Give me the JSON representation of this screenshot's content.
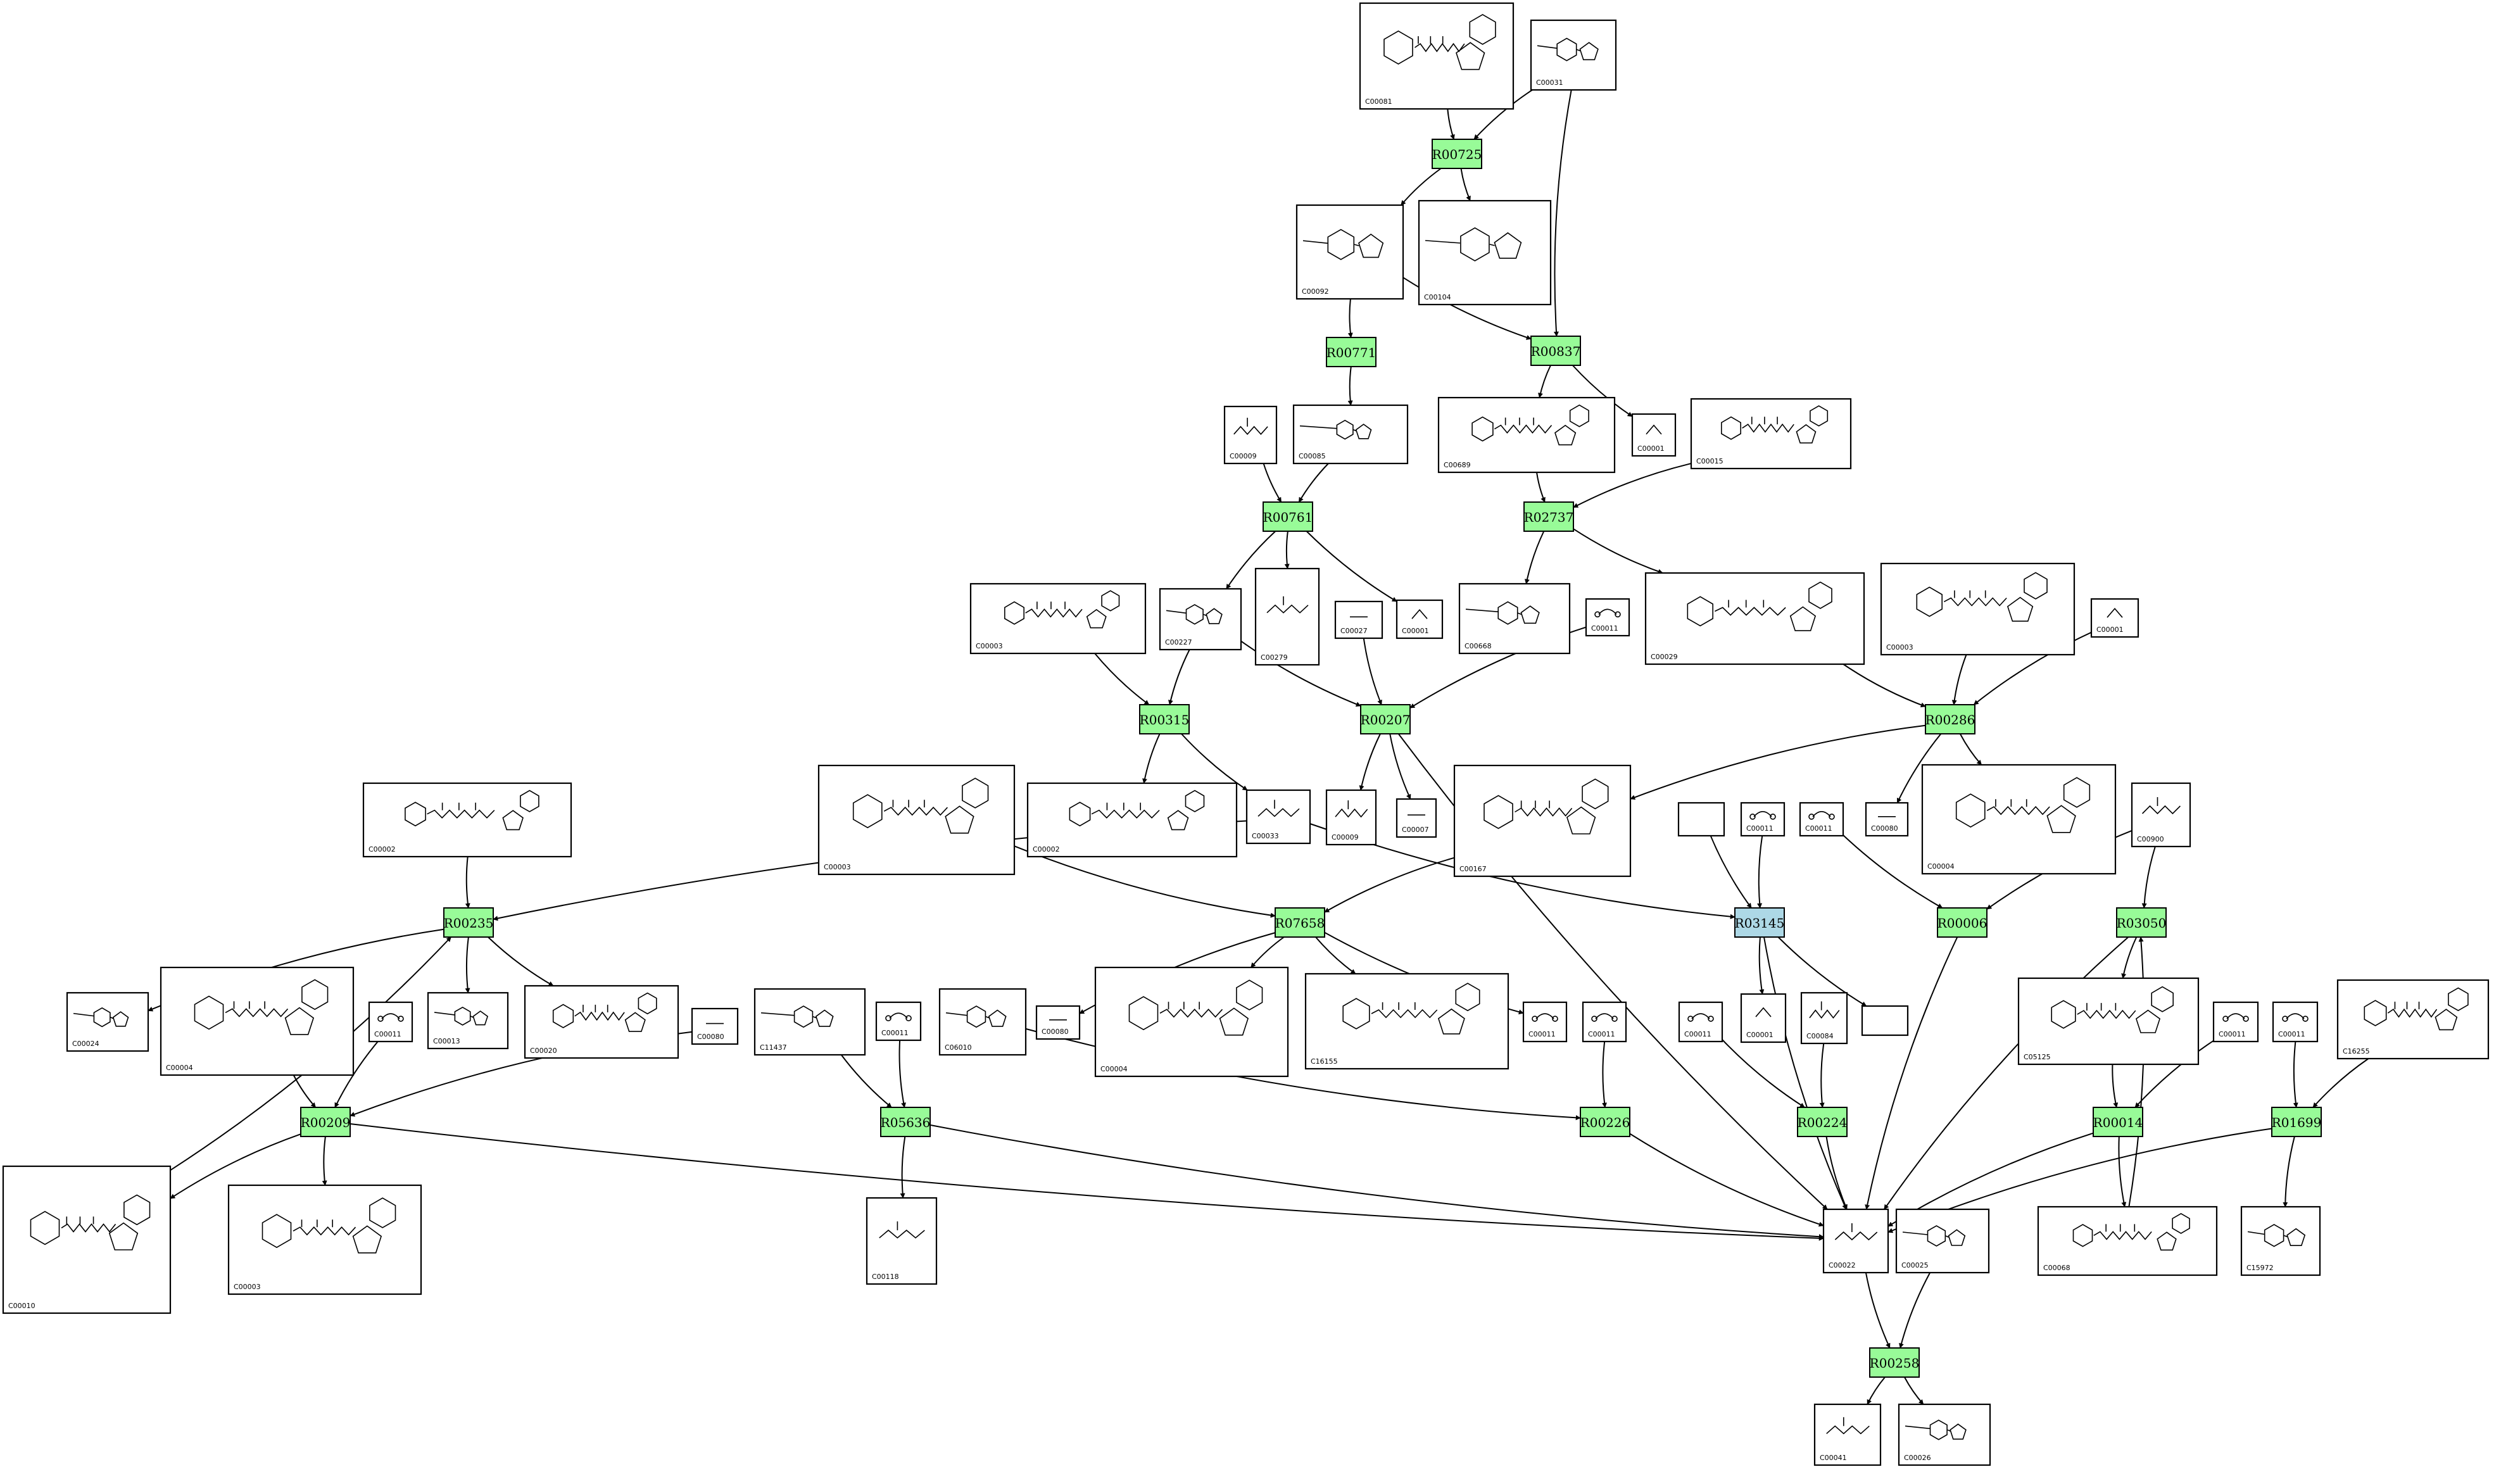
{
  "colors": {
    "reaction_fill": "#98fb98",
    "reaction_fill_highlight": "#add8e6",
    "edge": "#000000",
    "box_stroke": "#000000"
  },
  "reactions": [
    {
      "id": "R00725",
      "label": "R00725"
    },
    {
      "id": "R00771",
      "label": "R00771"
    },
    {
      "id": "R00837",
      "label": "R00837"
    },
    {
      "id": "R00761",
      "label": "R00761"
    },
    {
      "id": "R02737",
      "label": "R02737"
    },
    {
      "id": "R00315",
      "label": "R00315"
    },
    {
      "id": "R00207",
      "label": "R00207"
    },
    {
      "id": "R00286",
      "label": "R00286"
    },
    {
      "id": "R00235",
      "label": "R00235"
    },
    {
      "id": "R07658",
      "label": "R07658"
    },
    {
      "id": "R03145",
      "label": "R03145",
      "highlight": true
    },
    {
      "id": "R00006",
      "label": "R00006"
    },
    {
      "id": "R03050",
      "label": "R03050"
    },
    {
      "id": "R00209",
      "label": "R00209"
    },
    {
      "id": "R05636",
      "label": "R05636"
    },
    {
      "id": "R00226",
      "label": "R00226"
    },
    {
      "id": "R00224",
      "label": "R00224"
    },
    {
      "id": "R00014",
      "label": "R00014"
    },
    {
      "id": "R01699",
      "label": "R01699"
    },
    {
      "id": "R00258",
      "label": "R00258"
    }
  ],
  "compounds": [
    {
      "key": "c1",
      "label": "C00081",
      "icon": "nucleotide-triphosphate-icon"
    },
    {
      "key": "c2",
      "label": "C00031",
      "icon": "sugar-ring-icon"
    },
    {
      "key": "c3",
      "label": "C00092",
      "icon": "sugar-phosphate-icon"
    },
    {
      "key": "c4",
      "label": "C00104",
      "icon": "nucleotide-diphosphate-icon"
    },
    {
      "key": "c5",
      "label": "C00009",
      "icon": "phosphate-icon"
    },
    {
      "key": "c6",
      "label": "C00085",
      "icon": "sugar-phosphate-icon"
    },
    {
      "key": "c7",
      "label": "C00689",
      "icon": "disaccharide-phosphate-icon"
    },
    {
      "key": "c8",
      "label": "C00001",
      "icon": "water-icon"
    },
    {
      "key": "c9",
      "label": "C00015",
      "icon": "nucleotide-diphosphate-icon"
    },
    {
      "key": "c10",
      "label": "C00003",
      "icon": "nucleotide-triphosphate-icon"
    },
    {
      "key": "c11",
      "label": "C00227",
      "icon": "acyl-phosphate-icon"
    },
    {
      "key": "c12",
      "label": "C00279",
      "icon": "sugar-phosphate-icon"
    },
    {
      "key": "c13",
      "label": "C00027",
      "icon": "peroxide-icon"
    },
    {
      "key": "c14",
      "label": "C00001",
      "icon": "water-icon"
    },
    {
      "key": "c15",
      "label": "C00668",
      "icon": "sugar-phosphate-icon"
    },
    {
      "key": "c16",
      "label": "C00011",
      "icon": "co2-icon"
    },
    {
      "key": "c17",
      "label": "C00029",
      "icon": "nucleotide-sugar-icon"
    },
    {
      "key": "c18",
      "label": "C00003",
      "icon": "dinucleotide-icon"
    },
    {
      "key": "c19",
      "label": "C00001",
      "icon": "water-icon"
    },
    {
      "key": "c20",
      "label": "C00002",
      "icon": "nucleotide-triphosphate-icon"
    },
    {
      "key": "c21",
      "label": "C00003",
      "icon": "dinucleotide-icon"
    },
    {
      "key": "c22",
      "label": "C00002",
      "icon": "nucleotide-triphosphate-icon"
    },
    {
      "key": "c23",
      "label": "C00033",
      "icon": "acetate-icon"
    },
    {
      "key": "c24",
      "label": "C00009",
      "icon": "phosphate-icon"
    },
    {
      "key": "c25",
      "label": "C00007",
      "icon": "oxygen-icon"
    },
    {
      "key": "c26",
      "label": "C00167",
      "icon": "nucleotide-sugar-icon"
    },
    {
      "key": "c27",
      "label": "",
      "icon": "empty-icon"
    },
    {
      "key": "c28",
      "label": "C00011",
      "icon": "co2-icon"
    },
    {
      "key": "c29",
      "label": "C00011",
      "icon": "co2-icon"
    },
    {
      "key": "c30",
      "label": "C00080",
      "icon": "proton-icon"
    },
    {
      "key": "c31",
      "label": "C00004",
      "icon": "dinucleotide-icon"
    },
    {
      "key": "c32",
      "label": "C00900",
      "icon": "keto-acid-icon"
    },
    {
      "key": "c33",
      "label": "C00024",
      "icon": "acetyl-coa-icon"
    },
    {
      "key": "c34",
      "label": "C00004",
      "icon": "dinucleotide-icon"
    },
    {
      "key": "c35",
      "label": "C00011",
      "icon": "co2-icon"
    },
    {
      "key": "c36",
      "label": "C00013",
      "icon": "diphosphate-icon"
    },
    {
      "key": "c37",
      "label": "C00020",
      "icon": "nucleotide-monophosphate-icon"
    },
    {
      "key": "c38",
      "label": "C00080",
      "icon": "proton-icon"
    },
    {
      "key": "c39",
      "label": "C11437",
      "icon": "sugar-phosphate-icon"
    },
    {
      "key": "c40",
      "label": "C00011",
      "icon": "co2-icon"
    },
    {
      "key": "c41",
      "label": "C06010",
      "icon": "keto-acid-icon"
    },
    {
      "key": "c42",
      "label": "C00080",
      "icon": "proton-icon"
    },
    {
      "key": "c43",
      "label": "C00004",
      "icon": "dinucleotide-icon"
    },
    {
      "key": "c44",
      "label": "C16155",
      "icon": "nucleotide-sugar-icon"
    },
    {
      "key": "c45",
      "label": "C00011",
      "icon": "co2-icon"
    },
    {
      "key": "c46",
      "label": "C00011",
      "icon": "co2-icon"
    },
    {
      "key": "c47",
      "label": "C00011",
      "icon": "co2-icon"
    },
    {
      "key": "c48",
      "label": "C00001",
      "icon": "water-icon"
    },
    {
      "key": "c49",
      "label": "C00084",
      "icon": "aldehyde-icon"
    },
    {
      "key": "c50",
      "label": "",
      "icon": "empty-icon"
    },
    {
      "key": "c51",
      "label": "C05125",
      "icon": "thiamine-diphosphate-icon"
    },
    {
      "key": "c52",
      "label": "C00011",
      "icon": "co2-icon"
    },
    {
      "key": "c53",
      "label": "C00011",
      "icon": "co2-icon"
    },
    {
      "key": "c54",
      "label": "C16255",
      "icon": "lipoamide-icon"
    },
    {
      "key": "c55",
      "label": "C00010",
      "icon": "coenzyme-a-icon"
    },
    {
      "key": "c56",
      "label": "C00003",
      "icon": "dinucleotide-icon"
    },
    {
      "key": "c57",
      "label": "C00118",
      "icon": "sugar-phosphate-icon"
    },
    {
      "key": "c58",
      "label": "C00022",
      "icon": "pyruvate-icon"
    },
    {
      "key": "c59",
      "label": "C00025",
      "icon": "amino-acid-icon"
    },
    {
      "key": "c60",
      "label": "C00068",
      "icon": "thiamine-diphosphate-icon"
    },
    {
      "key": "c61",
      "label": "C15972",
      "icon": "lipoamide-icon"
    },
    {
      "key": "c62",
      "label": "C00041",
      "icon": "amino-acid-icon"
    },
    {
      "key": "c63",
      "label": "C00026",
      "icon": "keto-acid-icon"
    }
  ]
}
